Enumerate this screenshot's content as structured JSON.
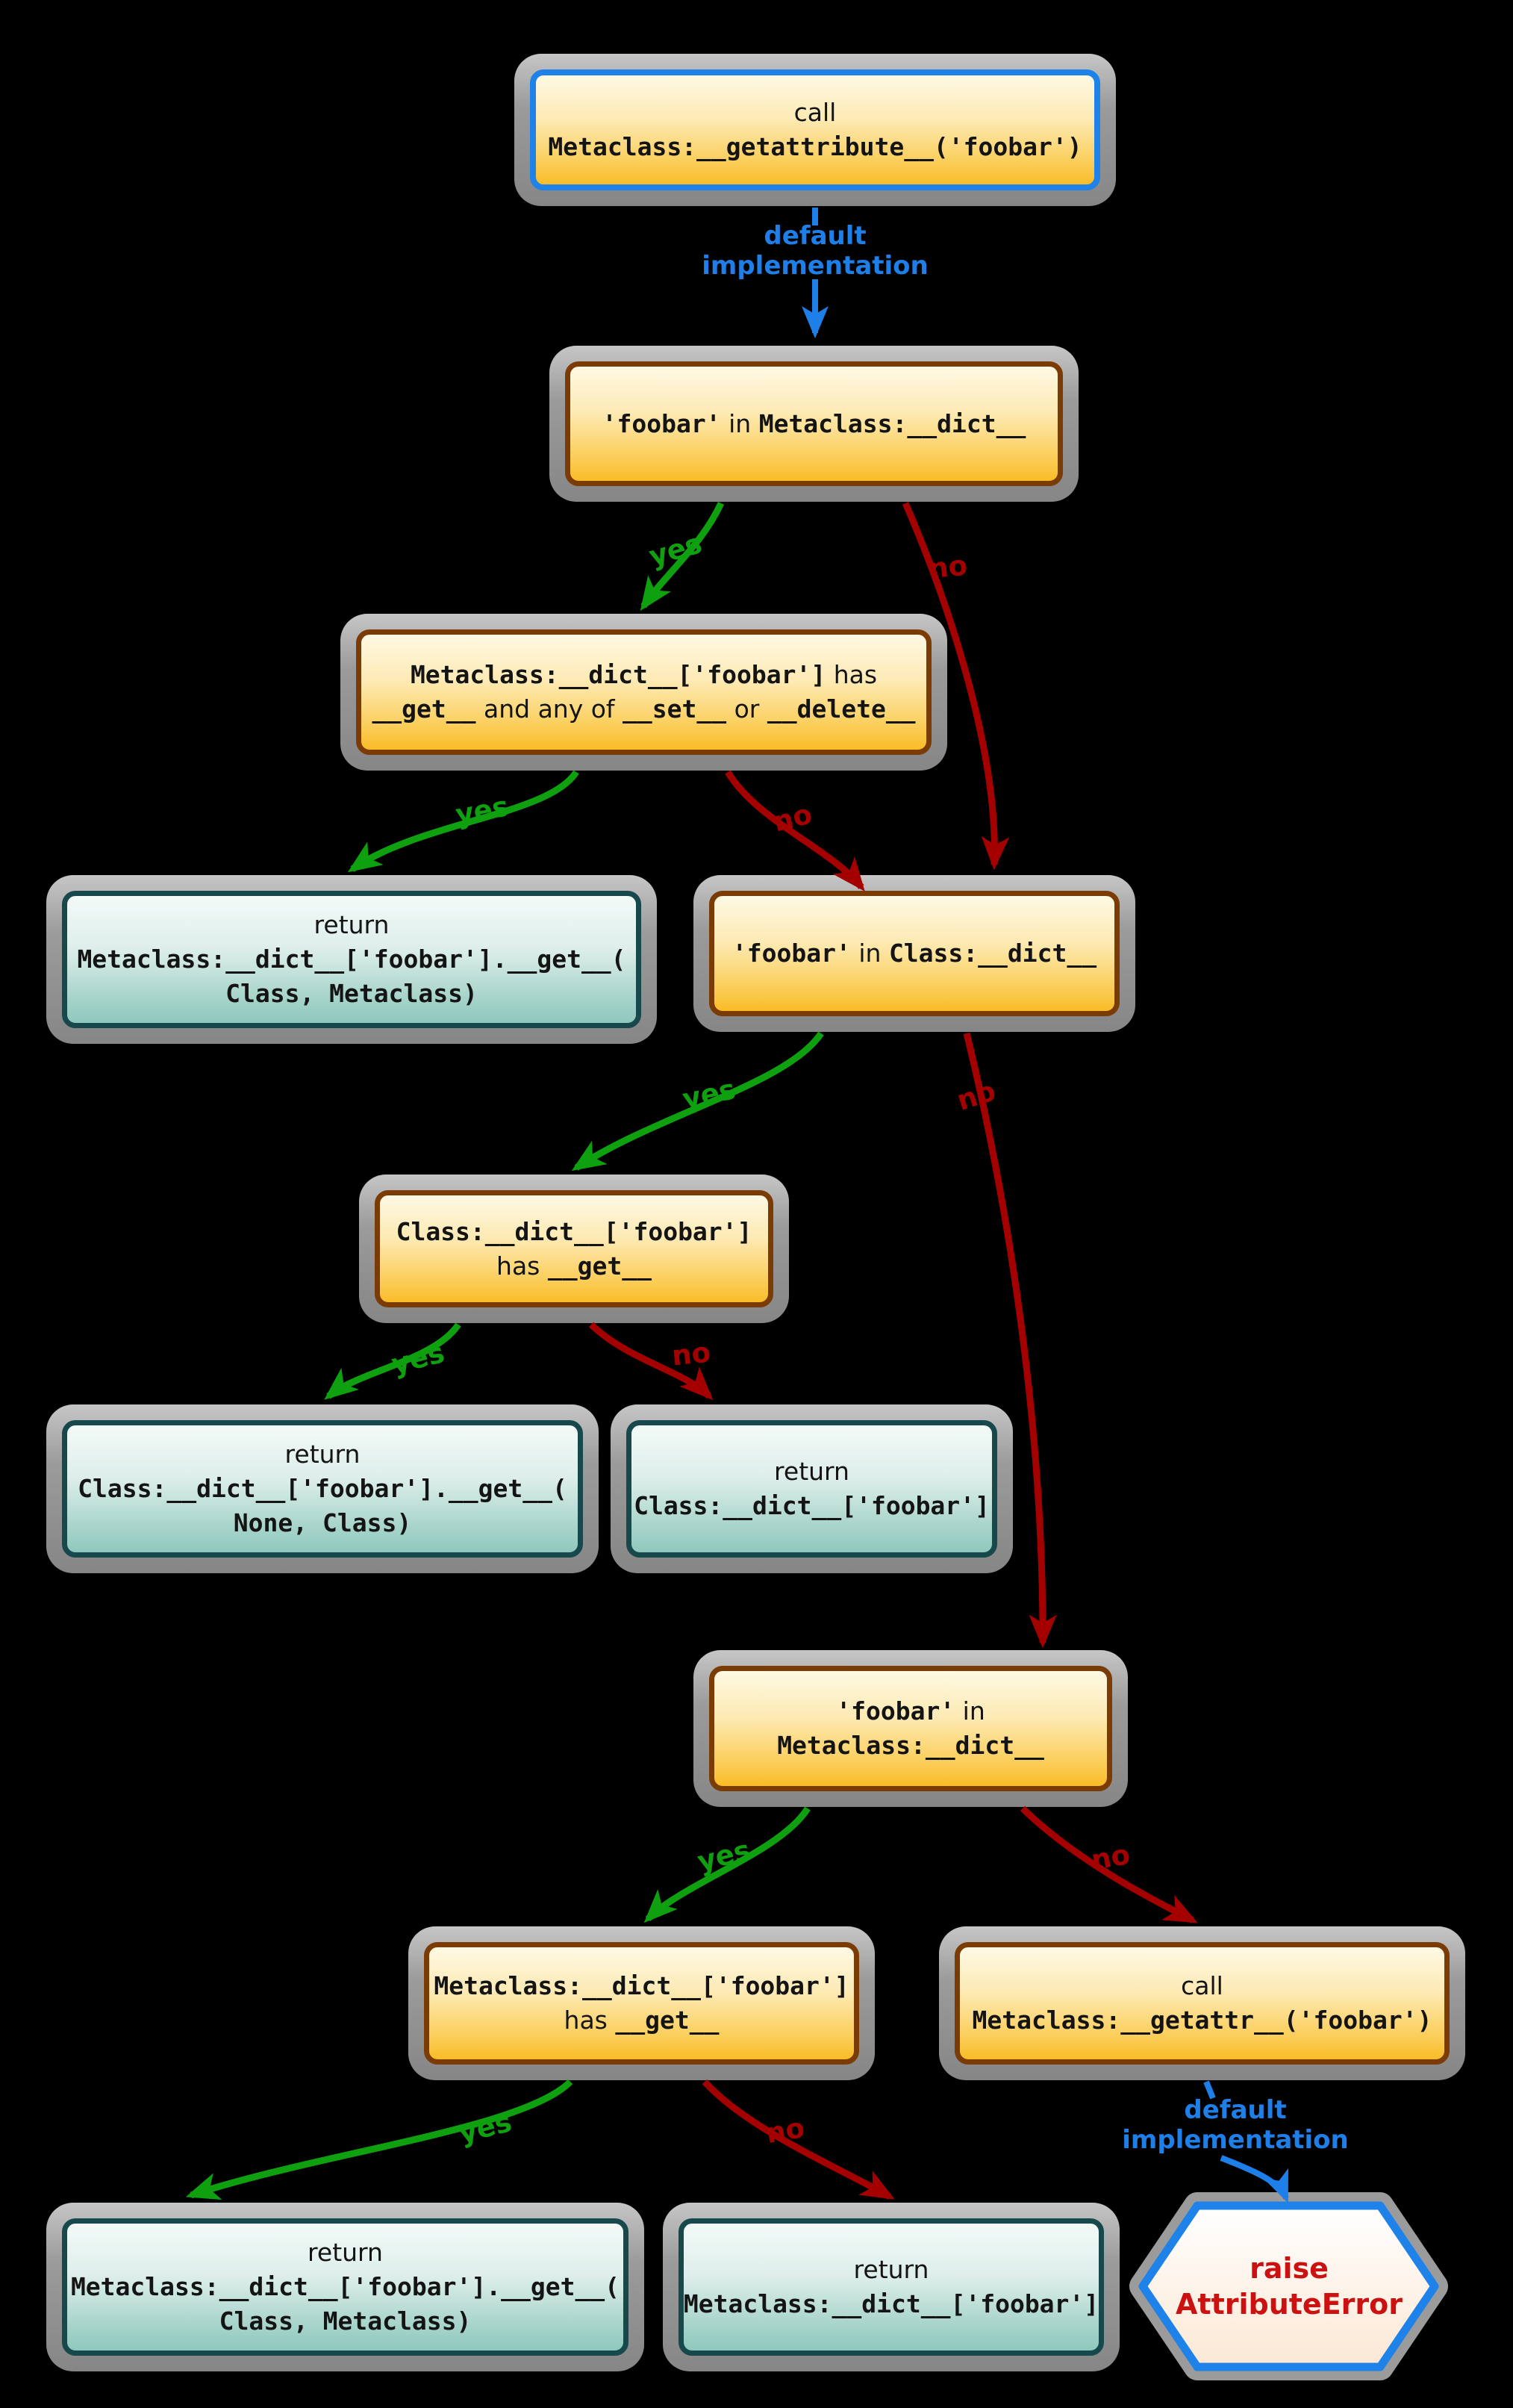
{
  "colors": {
    "background": "#000000",
    "yes_arrow": "#0fa00f",
    "no_arrow": "#a40000",
    "default_arrow": "#1e7fe8",
    "orange_node_border": "#7a3b05",
    "highlight_node_border": "#1e82e8",
    "teal_node_border": "#17484c",
    "error_text": "#cc1111",
    "node_shadow_gray": "#9b9b9b"
  },
  "nodes": {
    "a": {
      "prefix": "call",
      "code": "Metaclass:__getattribute__('foobar')"
    },
    "b": {
      "code1": "'foobar'",
      "plain": " in ",
      "code2": "Metaclass:__dict__"
    },
    "c": {
      "code1": "Metaclass:__dict__['foobar']",
      "plain1": " has",
      "code2": "__get__",
      "plain2": " and any of ",
      "code3": "__set__",
      "plain3": " or ",
      "code4": "__delete__"
    },
    "d": {
      "prefix": "return",
      "code1": "Metaclass:__dict__['foobar'].__get__(",
      "code2": "Class, Metaclass)"
    },
    "f": {
      "code1": "'foobar'",
      "plain": " in ",
      "code2": "Class:__dict__"
    },
    "g": {
      "code1": "Class:__dict__['foobar']",
      "plain": "has ",
      "code2": "__get__"
    },
    "h": {
      "prefix": "return",
      "code1": "Class:__dict__['foobar'].__get__(",
      "code2": "None, Class)"
    },
    "i": {
      "prefix": "return",
      "code1": "Class:__dict__['foobar']"
    },
    "j": {
      "code1": "'foobar'",
      "plain": " in",
      "code2": "Metaclass:__dict__"
    },
    "k": {
      "code1": "Metaclass:__dict__['foobar']",
      "plain": "has ",
      "code2": "__get__"
    },
    "l": {
      "prefix": "call",
      "code": "Metaclass:__getattr__('foobar')"
    },
    "m": {
      "prefix": "return",
      "code1": "Metaclass:__dict__['foobar'].__get__(",
      "code2": "Class, Metaclass)"
    },
    "n": {
      "prefix": "return",
      "code1": "Metaclass:__dict__['foobar']"
    },
    "o": {
      "line1": "raise",
      "line2": "AttributeError"
    }
  },
  "edges": {
    "yes_label": "yes",
    "no_label": "no",
    "default_label_line1": "default",
    "default_label_line2": "implementation"
  }
}
